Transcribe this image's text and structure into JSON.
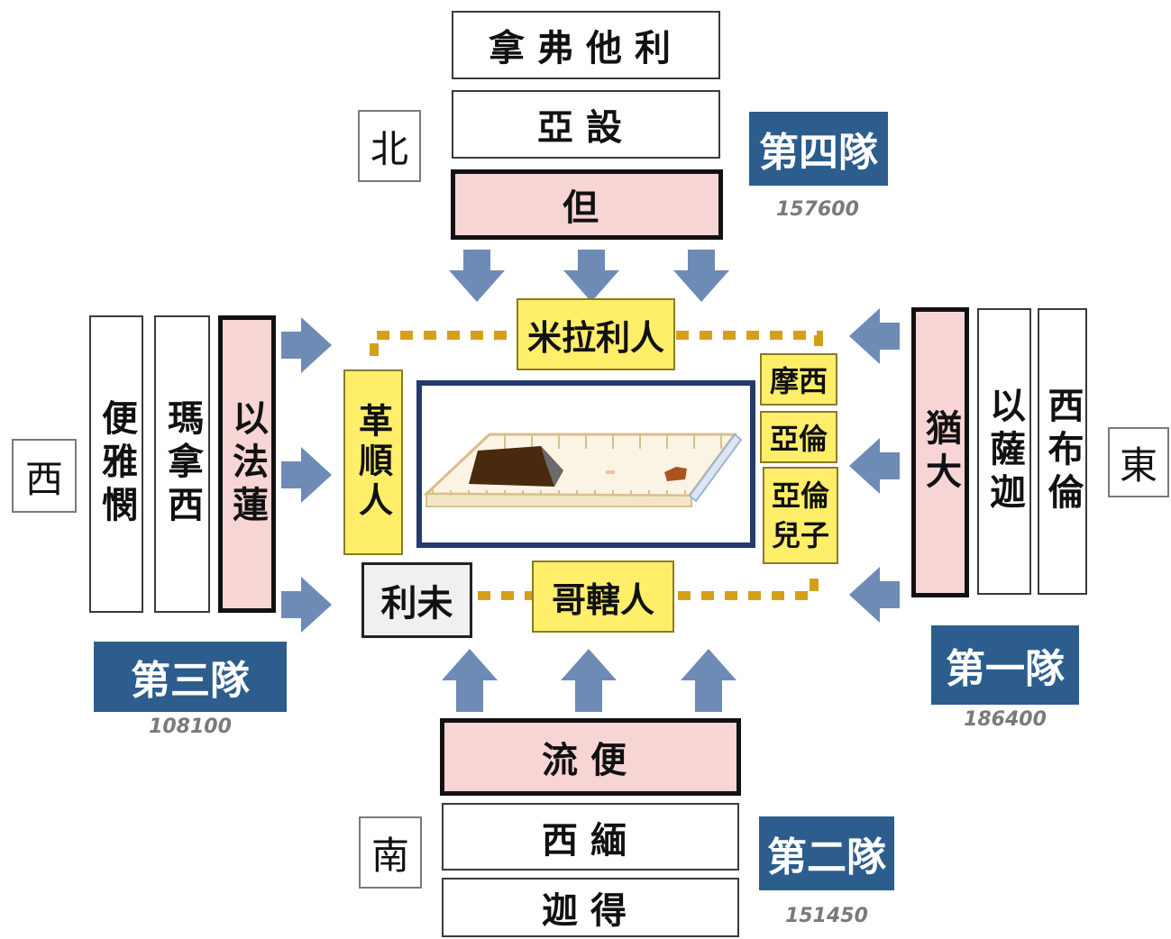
{
  "colors": {
    "team_label_bg": "#2c5d8c",
    "leader_tribe_bg": "#f8d5d5",
    "levite_bg": "#ffee6a",
    "arrow": "#6d8bb5",
    "dotted_line": "#d4a017",
    "tabernacle_frame": "#233a6b"
  },
  "north": {
    "direction": "北",
    "tribes": [
      "拿弗他利",
      "亞設",
      "但"
    ],
    "team": "第四隊",
    "count": "157600"
  },
  "south": {
    "direction": "南",
    "tribes": [
      "流便",
      "西緬",
      "迦得"
    ],
    "team": "第二隊",
    "count": "151450"
  },
  "west": {
    "direction": "西",
    "tribes": [
      "便雅憫",
      "瑪拿西",
      "以法蓮"
    ],
    "team": "第三隊",
    "count": "108100"
  },
  "east": {
    "direction": "東",
    "tribes": [
      "猶大",
      "以薩迦",
      "西布倫"
    ],
    "team": "第一隊",
    "count": "186400"
  },
  "levites": {
    "north": "米拉利人",
    "west": "革順人",
    "south": "哥轄人",
    "levi": "利未",
    "east_moses": "摩西",
    "east_aaron": "亞倫",
    "east_sons": "亞倫兒子"
  },
  "icons": [
    "arrow-down-icon",
    "arrow-up-icon",
    "arrow-right-icon",
    "arrow-left-icon",
    "tabernacle-icon"
  ]
}
